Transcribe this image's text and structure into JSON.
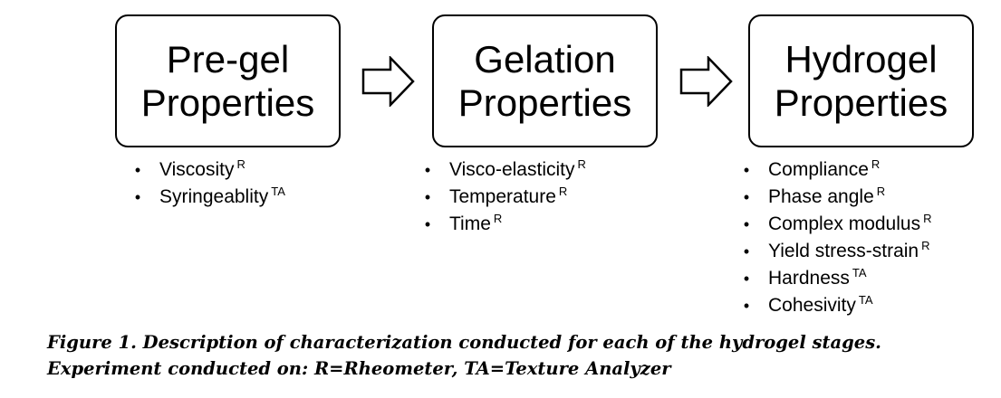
{
  "stages": [
    {
      "title_line1": "Pre-gel",
      "title_line2": "Properties",
      "properties": [
        {
          "label": "Viscosity",
          "instrument": "R"
        },
        {
          "label": "Syringeablity",
          "instrument": "TA"
        }
      ]
    },
    {
      "title_line1": "Gelation",
      "title_line2": "Properties",
      "properties": [
        {
          "label": "Visco-elasticity",
          "instrument": "R"
        },
        {
          "label": "Temperature",
          "instrument": "R"
        },
        {
          "label": "Time",
          "instrument": "R"
        }
      ]
    },
    {
      "title_line1": "Hydrogel",
      "title_line2": "Properties",
      "properties": [
        {
          "label": "Compliance",
          "instrument": "R"
        },
        {
          "label": "Phase angle",
          "instrument": "R"
        },
        {
          "label": "Complex modulus",
          "instrument": "R"
        },
        {
          "label": "Yield stress-strain",
          "instrument": "R"
        },
        {
          "label": "Hardness",
          "instrument": "TA"
        },
        {
          "label": "Cohesivity",
          "instrument": "TA"
        }
      ]
    }
  ],
  "bullet_char": "•",
  "caption": {
    "line1": "Figure 1. Description of characterization conducted for each of the hydrogel stages.",
    "line2": "Experiment conducted on: R=Rheometer, TA=Texture Analyzer"
  }
}
